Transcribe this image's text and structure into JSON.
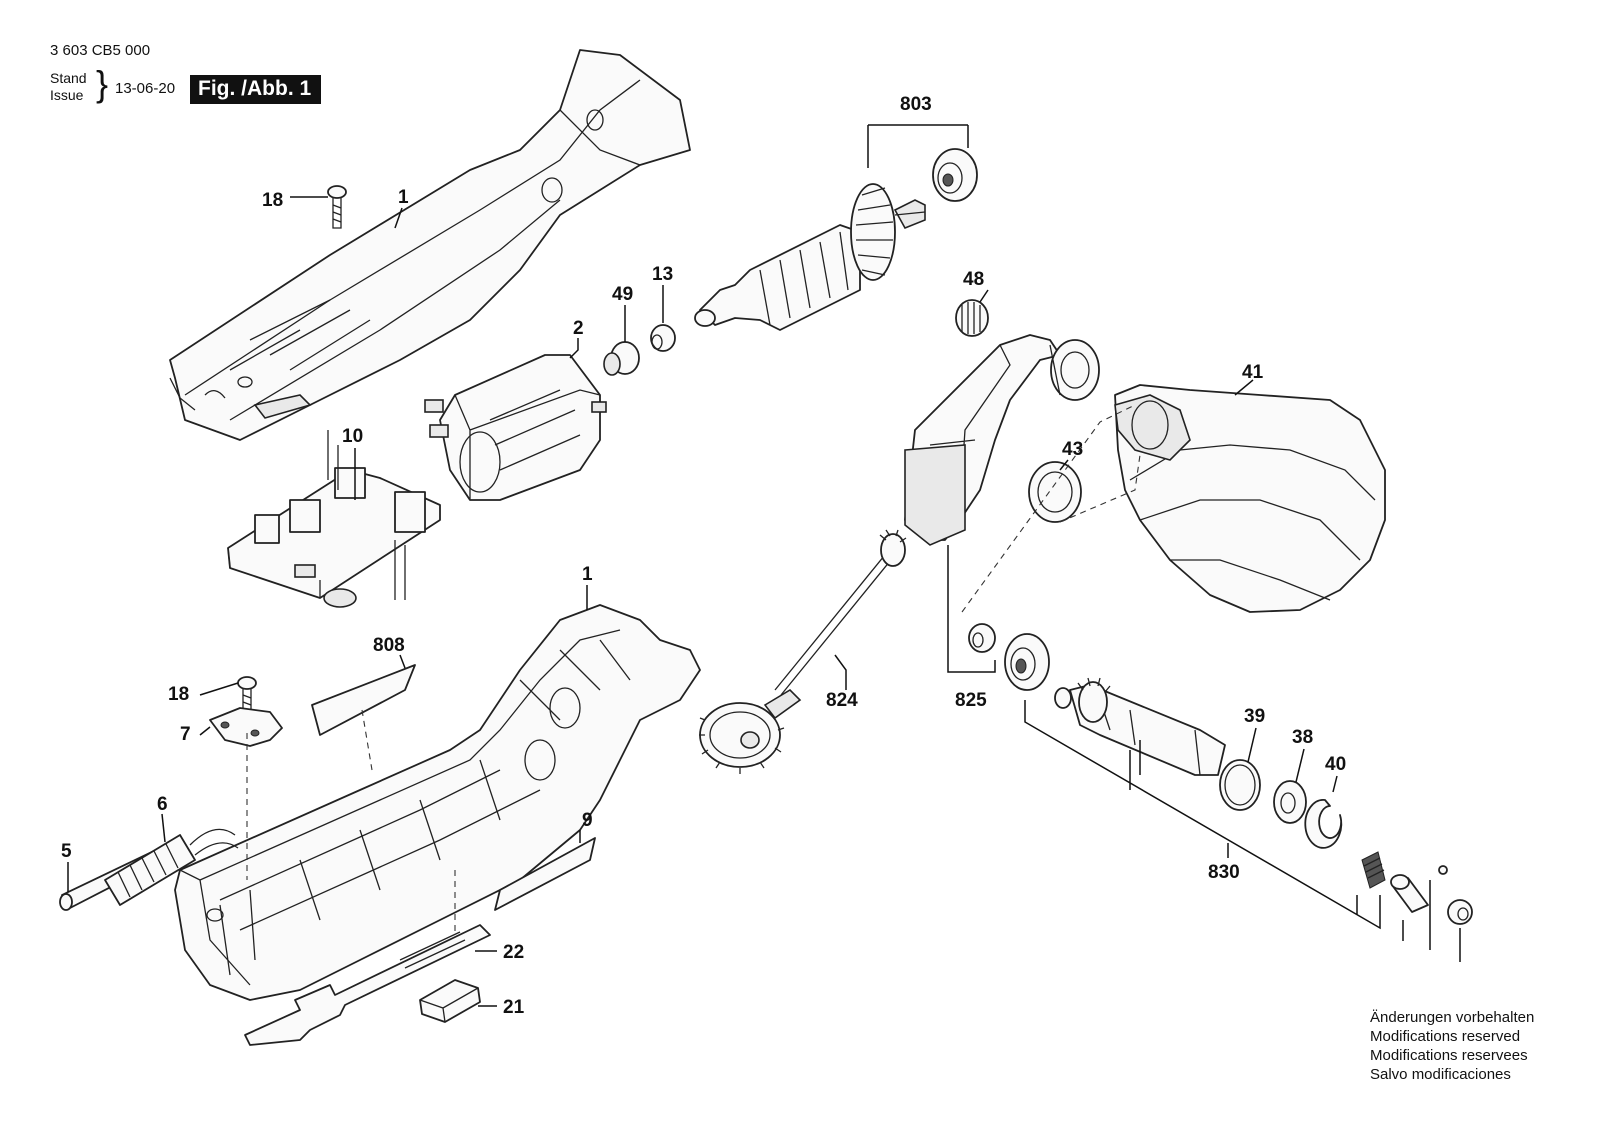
{
  "header": {
    "part_number": "3 603 CB5 000",
    "stand_label": "Stand",
    "issue_label": "Issue",
    "date": "13-06-20",
    "figure_label": "Fig. /Abb. 1"
  },
  "callouts": {
    "c1_top": "1",
    "c1_bottom": "1",
    "c2": "2",
    "c5": "5",
    "c6": "6",
    "c7": "7",
    "c9": "9",
    "c10": "10",
    "c13": "13",
    "c18_top": "18",
    "c18_bottom": "18",
    "c21": "21",
    "c22": "22",
    "c38": "38",
    "c39": "39",
    "c40": "40",
    "c41": "41",
    "c43": "43",
    "c48": "48",
    "c49": "49",
    "c803": "803",
    "c808": "808",
    "c824": "824",
    "c825": "825",
    "c830": "830"
  },
  "notice": {
    "de": "Änderungen vorbehalten",
    "en": "Modifications reserved",
    "fr": "Modifications reservees",
    "es": "Salvo modificaciones"
  }
}
